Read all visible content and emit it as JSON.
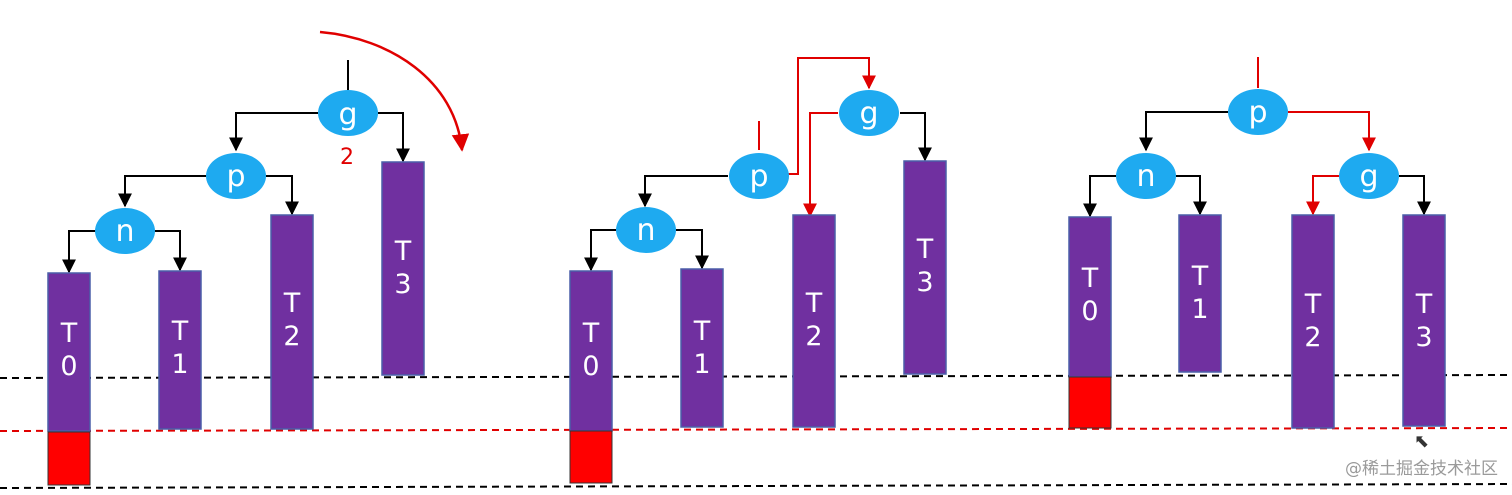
{
  "diagram": {
    "panels": [
      {
        "nodes": {
          "g": "g",
          "p": "p",
          "n": "n"
        },
        "trees": [
          "T\n0",
          "T\n1",
          "T\n2",
          "T\n3"
        ],
        "rotation_label": "2"
      },
      {
        "nodes": {
          "g": "g",
          "p": "p",
          "n": "n"
        },
        "trees": [
          "T\n0",
          "T\n1",
          "T\n2",
          "T\n3"
        ]
      },
      {
        "nodes": {
          "p": "p",
          "n": "n",
          "g": "g"
        },
        "trees": [
          "T\n0",
          "T\n1",
          "T\n2",
          "T\n3"
        ]
      }
    ],
    "colors": {
      "node": "#1eaaf0",
      "tree": "#7030a0",
      "overflow": "#ff0000",
      "highlight_edge": "#e00000",
      "edge": "#000000"
    }
  },
  "watermark": "@稀土掘金技术社区"
}
